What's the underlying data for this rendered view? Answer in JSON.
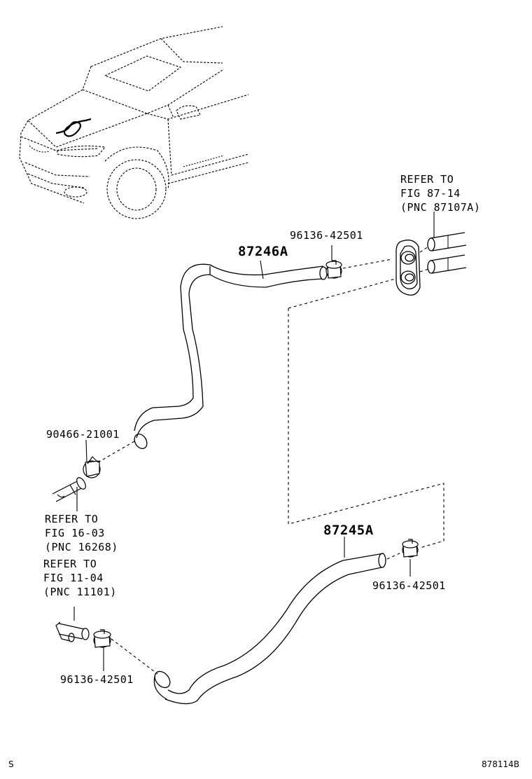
{
  "parts": {
    "hose_upper": "87246A",
    "hose_lower": "87245A",
    "clip_upper_right": "96136-42501",
    "clip_lower_right": "96136-42501",
    "clip_lower_left": "96136-42501",
    "clamp_left": "90466-21001"
  },
  "references": {
    "upper_right": [
      "REFER TO",
      "FIG 87-14",
      "(PNC 87107A)"
    ],
    "left_middle": [
      "REFER TO",
      "FIG 16-03",
      "(PNC 16268)"
    ],
    "left_lower": [
      "REFER TO",
      "FIG 11-04",
      "(PNC 11101)"
    ]
  },
  "footer": {
    "left_mark": "S",
    "diagram_id": "878114B"
  }
}
